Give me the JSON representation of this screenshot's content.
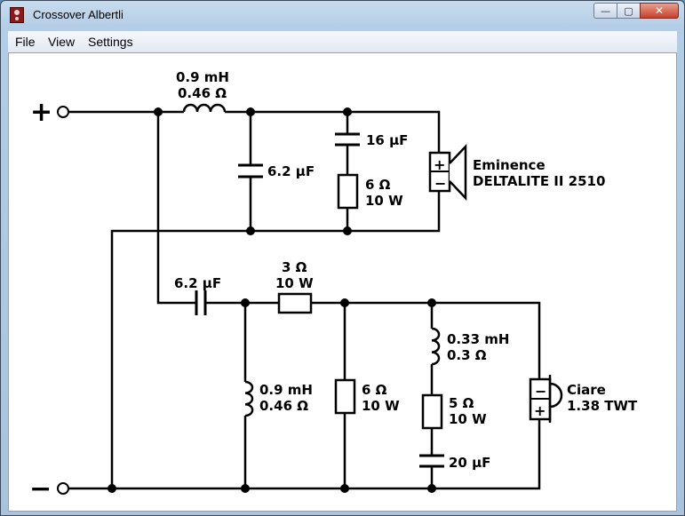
{
  "window": {
    "title": "Crossover Albertli",
    "buttons": {
      "minimize": "—",
      "maximize": "▢",
      "close": "✕"
    }
  },
  "menu": {
    "file": "File",
    "view": "View",
    "settings": "Settings"
  },
  "terminals": {
    "plus": "+",
    "minus": "−"
  },
  "woofer_section": {
    "inductor": {
      "l1": "0.9 mH",
      "l2": "0.46 Ω"
    },
    "cap_shunt": "6.2 µF",
    "cap_series": "16 µF",
    "resistor": {
      "l1": "6 Ω",
      "l2": "10 W"
    },
    "speaker": {
      "name1": "Eminence",
      "name2": "DELTALITE II 2510",
      "plus": "+",
      "minus": "−"
    }
  },
  "tweeter_section": {
    "cap_series": "6.2 µF",
    "resistor_series": {
      "l1": "3 Ω",
      "l2": "10 W"
    },
    "inductor_shunt": {
      "l1": "0.9 mH",
      "l2": "0.46 Ω"
    },
    "resistor_shunt": {
      "l1": "6 Ω",
      "l2": "10 W"
    },
    "inductor_notch": {
      "l1": "0.33 mH",
      "l2": "0.3 Ω"
    },
    "resistor_notch": {
      "l1": "5 Ω",
      "l2": "10 W"
    },
    "cap_notch": "20 µF",
    "speaker": {
      "name1": "Ciare",
      "name2": "1.38 TWT",
      "plus": "+",
      "minus": "−"
    }
  }
}
